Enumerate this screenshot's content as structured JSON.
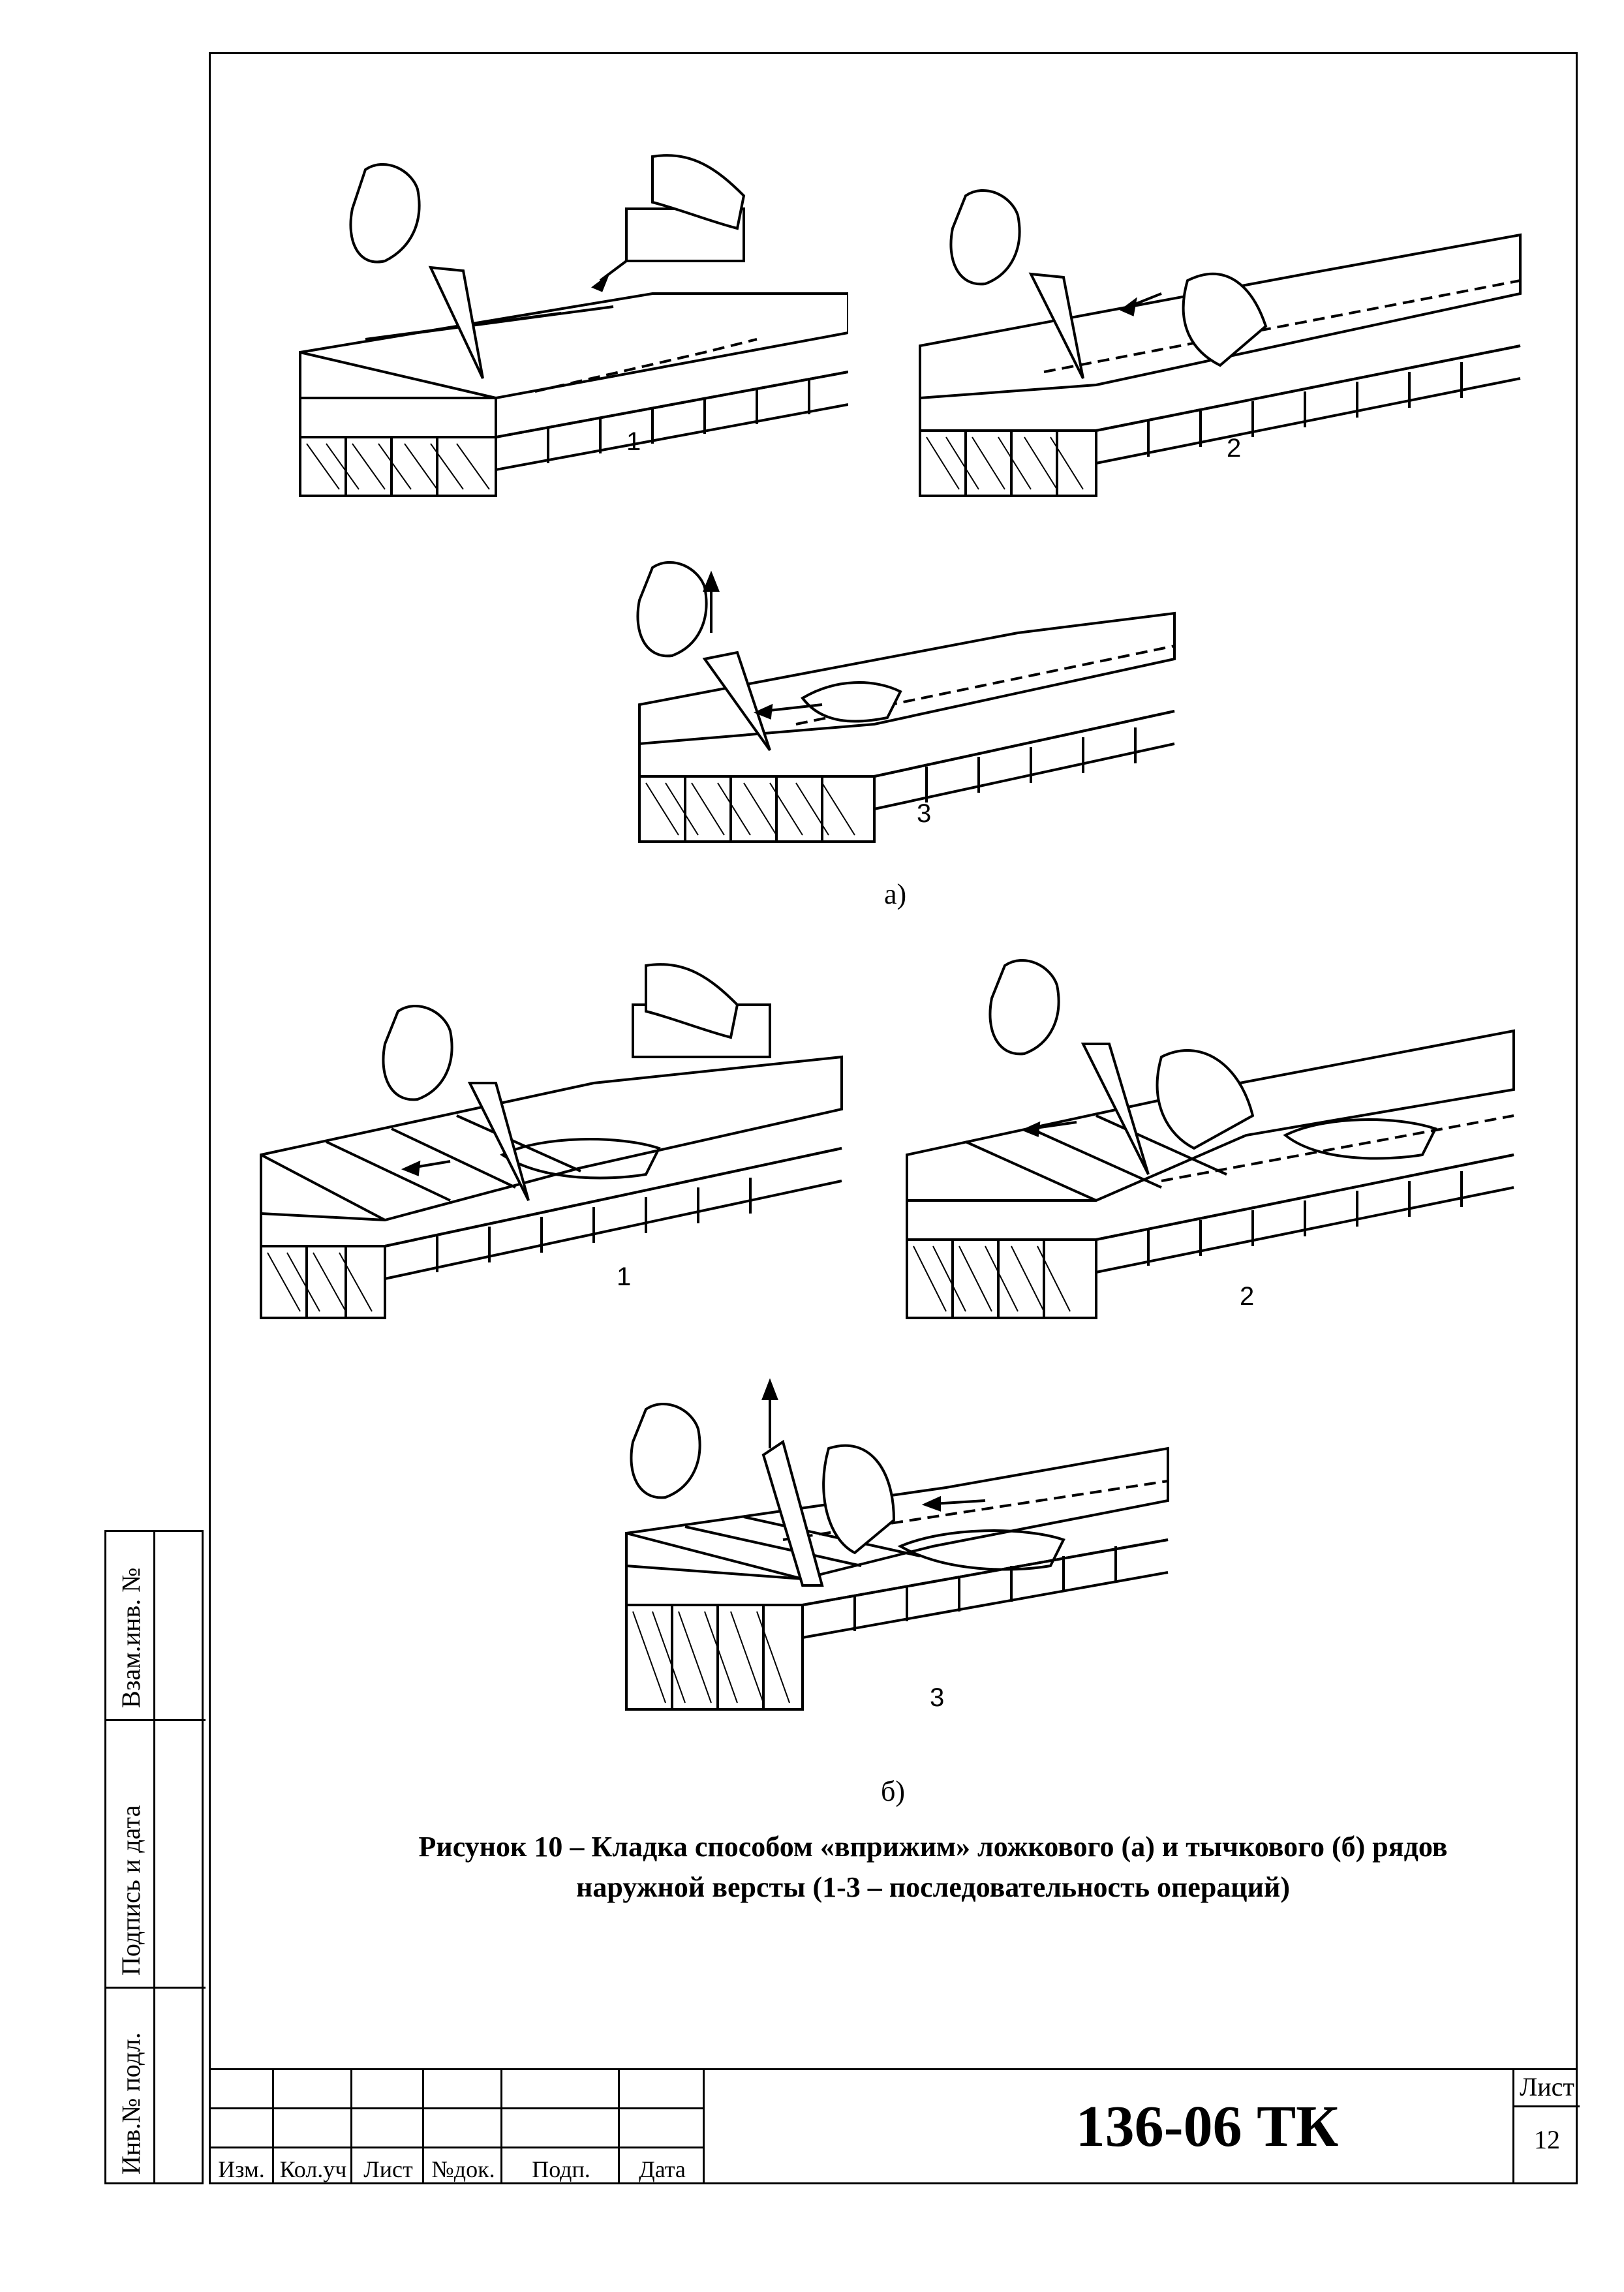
{
  "side_stamp": {
    "inv_podl": "Инв.№ подл.",
    "podpis_data": "Подпись и дата",
    "vzam_inv": "Взам.инв. №"
  },
  "figure_a": {
    "op1": "1",
    "op2": "2",
    "op3": "3",
    "sub_label": "а)"
  },
  "figure_b": {
    "op1": "1",
    "op2": "2",
    "op3": "3",
    "sub_label": "б)"
  },
  "caption": {
    "line1": "Рисунок 10 – Кладка способом «вприжим» ложкового (а) и тычкового (б) рядов",
    "line2": "наружной версты (1-3 – последовательность операций)"
  },
  "title_block": {
    "headers": [
      "Изм.",
      "Кол.уч",
      "Лист",
      "№док.",
      "Подп.",
      "Дата"
    ],
    "doc_code": "136-06 ТК",
    "sheet_label": "Лист",
    "sheet_number": "12"
  }
}
